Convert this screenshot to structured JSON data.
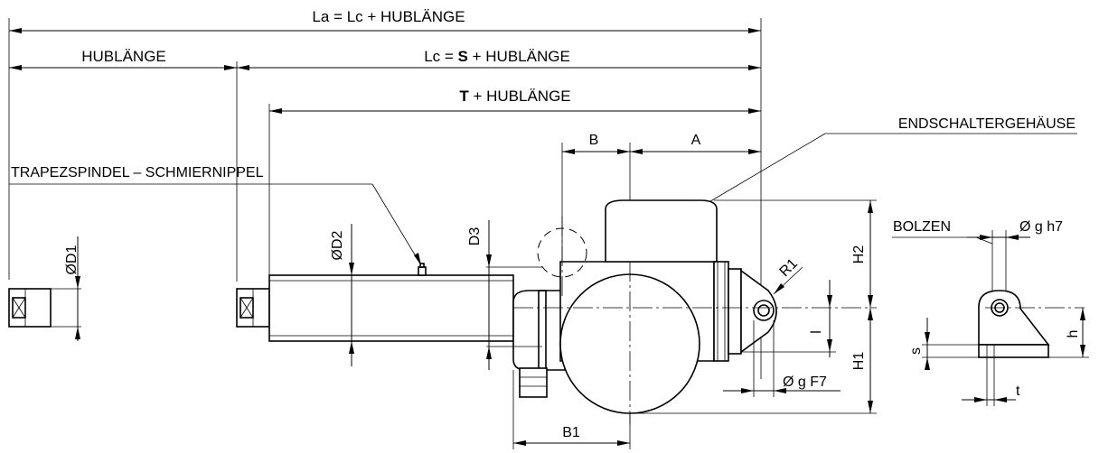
{
  "labels": {
    "la": "La = Lc + HUBLÄNGE",
    "hub": "HUBLÄNGE",
    "lc_prefix": "Lc = ",
    "lc_bold": "S",
    "lc_suffix": " + HUBLÄNGE",
    "t_bold": "T",
    "t_suffix": " + HUBLÄNGE",
    "b": "B",
    "a": "A",
    "endschalter": "ENDSCHALTERGEHÄUSE",
    "trapez": "TRAPEZSPINDEL –  SCHMIERNIPPEL",
    "d1": "ØD1",
    "d2": "ØD2",
    "d3": "D3",
    "h2": "H2",
    "h1": "H1",
    "r1": "R1",
    "l": "l",
    "gf7": "Ø g F7",
    "b1": "B1",
    "bolzen": "BOLZEN",
    "gh7": "Ø g h7",
    "h": "h",
    "s": "s",
    "t": "t"
  }
}
